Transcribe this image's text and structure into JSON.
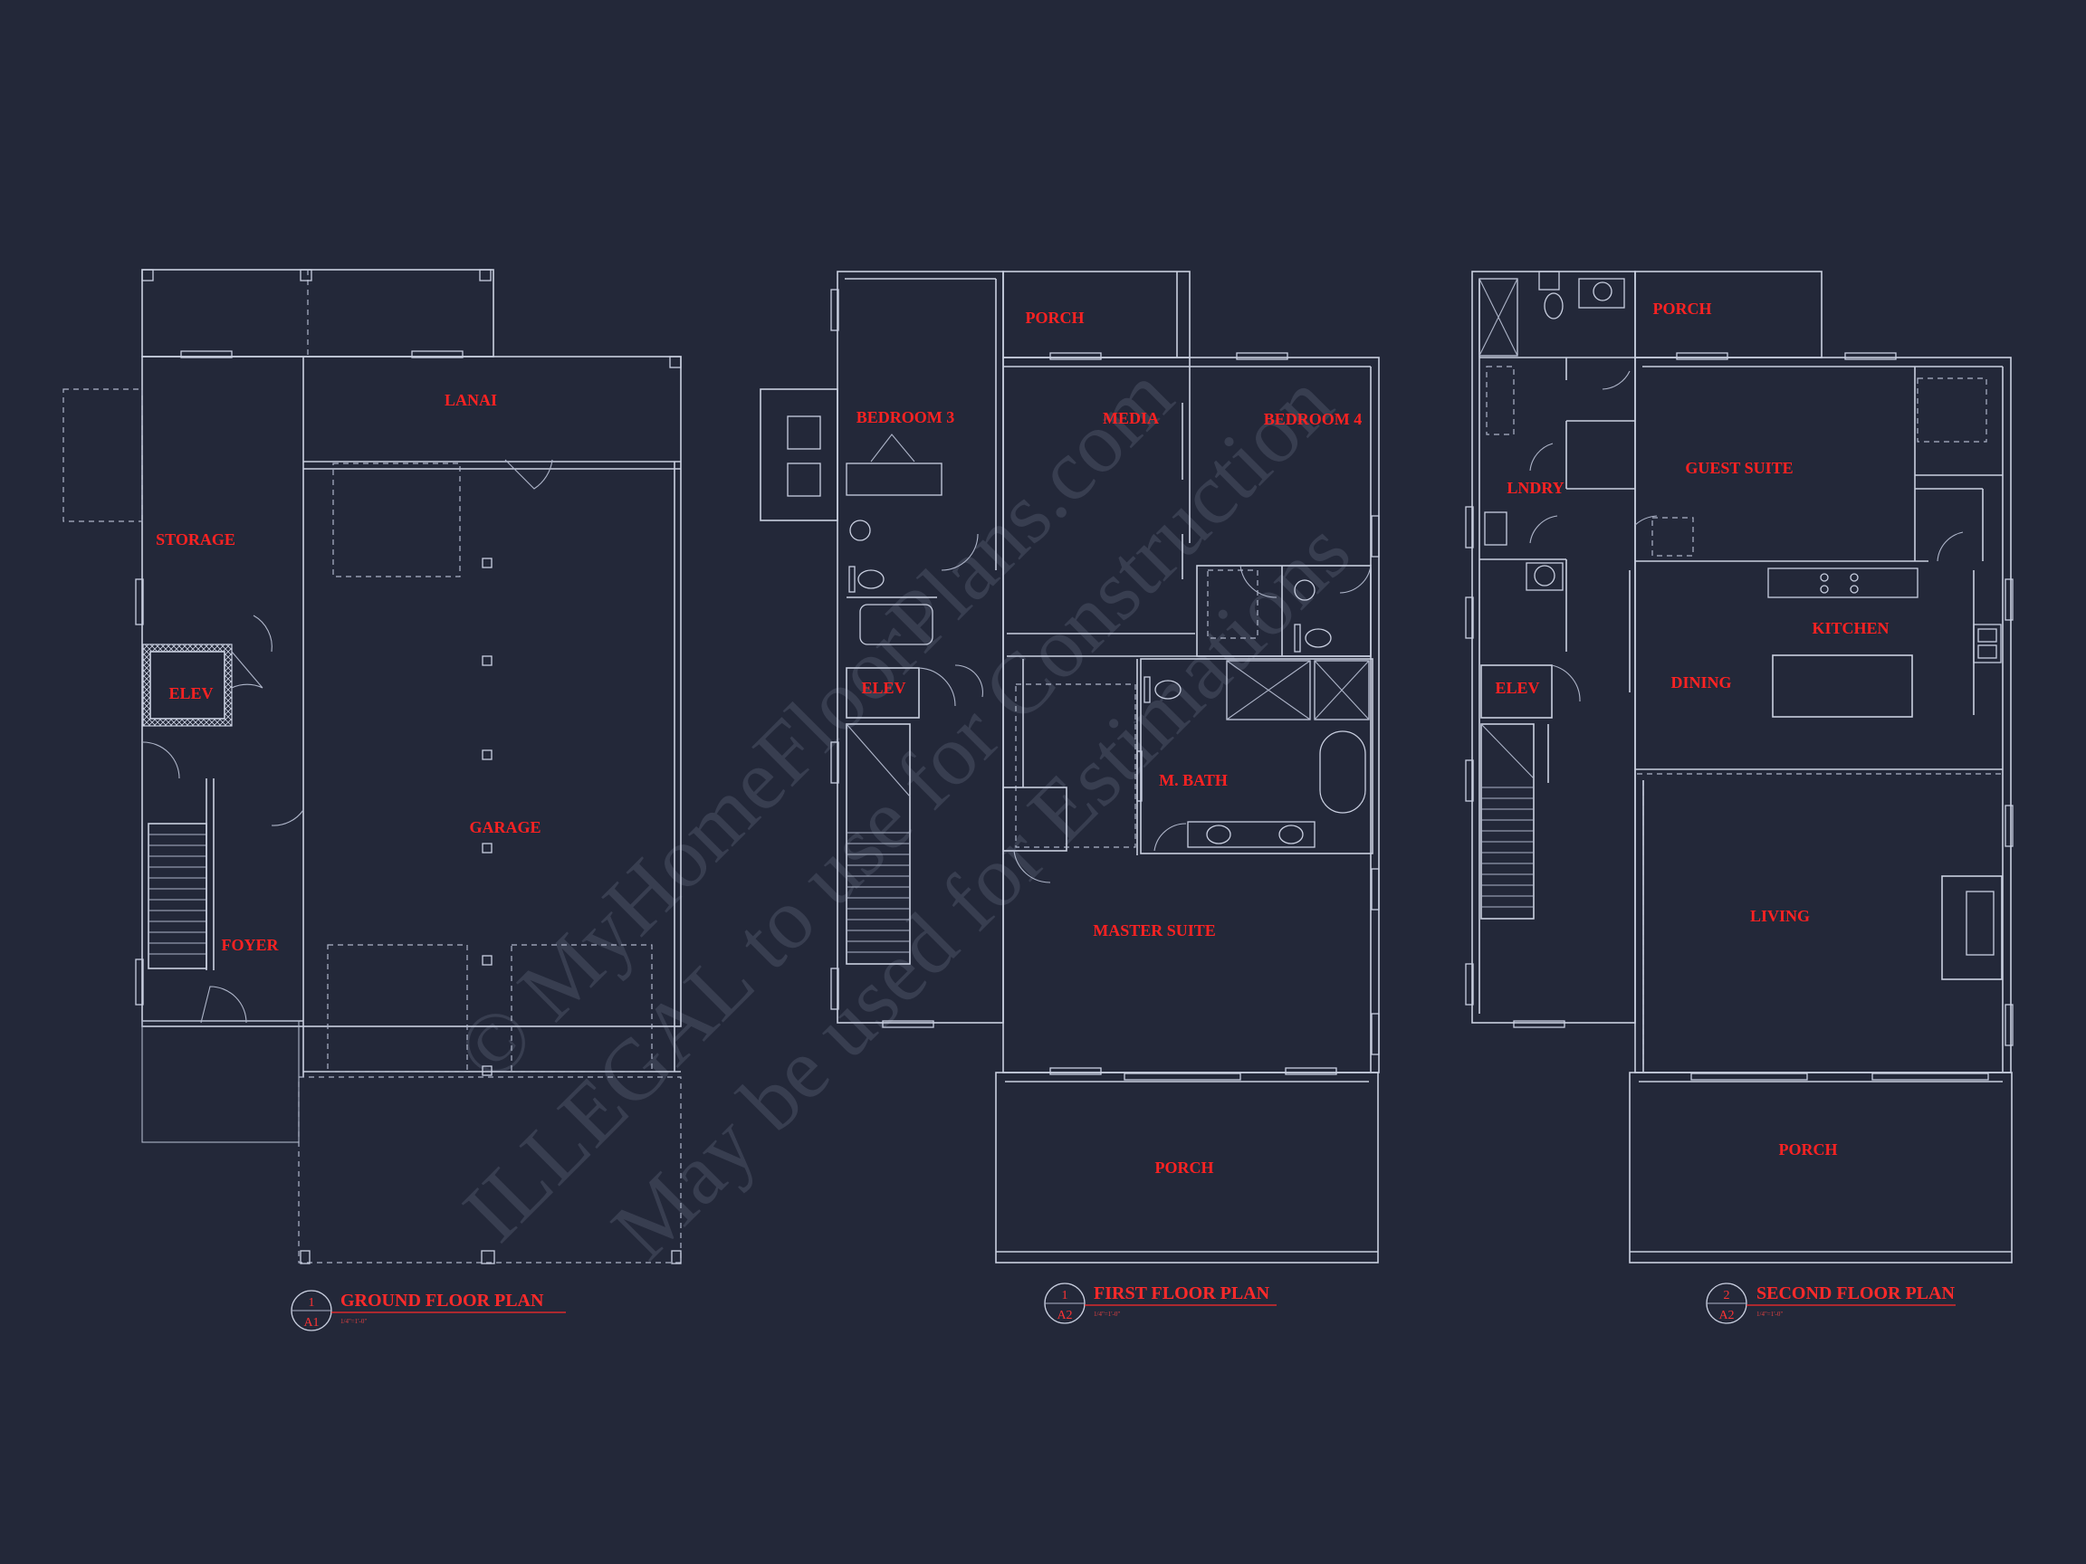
{
  "plans": [
    {
      "title": "GROUND FLOOR PLAN",
      "detail_number": "1",
      "sheet": "A1",
      "scale": "1/4\"=1'-0\"",
      "rooms": [
        "LANAI",
        "STORAGE",
        "ELEV",
        "GARAGE",
        "FOYER"
      ]
    },
    {
      "title": "FIRST FLOOR PLAN",
      "detail_number": "1",
      "sheet": "A2",
      "scale": "1/4\"=1'-0\"",
      "rooms": [
        "PORCH",
        "BEDROOM 3",
        "MEDIA",
        "BEDROOM 4",
        "ELEV",
        "M. BATH",
        "MASTER SUITE",
        "PORCH"
      ]
    },
    {
      "title": "SECOND FLOOR PLAN",
      "detail_number": "2",
      "sheet": "A2",
      "scale": "1/4\"=1'-0\"",
      "rooms": [
        "PORCH",
        "GUEST SUITE",
        "LNDRY",
        "KITCHEN",
        "DINING",
        "ELEV",
        "LIVING",
        "PORCH"
      ]
    }
  ],
  "watermark": {
    "line1": "© MyHomeFloorPlans.com",
    "line2": "ILLEGAL to use for Construction",
    "line3": "May be used for Estimations"
  },
  "colors": {
    "background": "#232839",
    "linework": "#c9cfe0",
    "labels": "#ff2222"
  }
}
